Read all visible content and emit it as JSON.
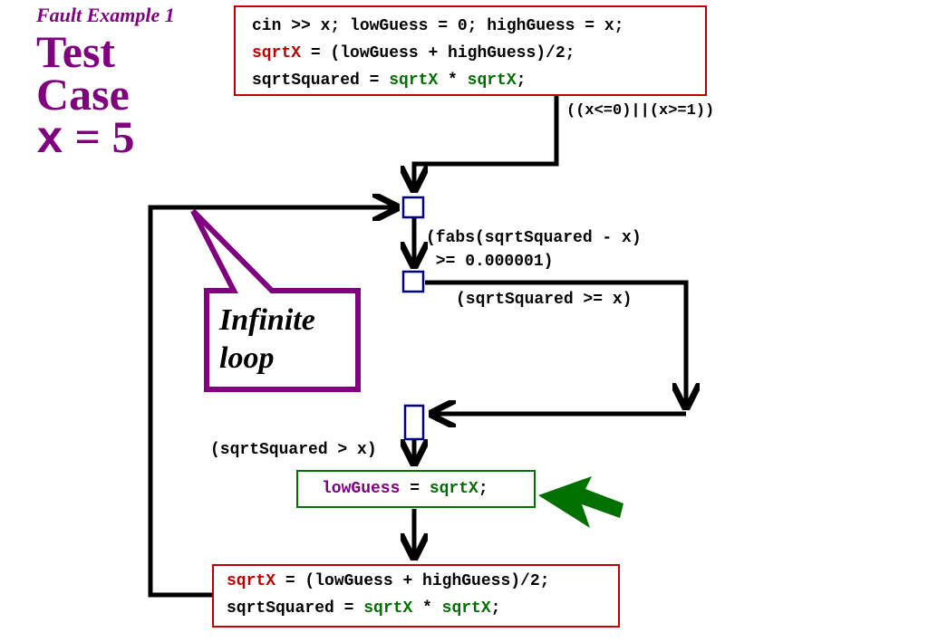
{
  "subtitle": "Fault Example 1",
  "title": {
    "line1": "Test",
    "line2": "Case",
    "var": "x",
    "eq": " = 5"
  },
  "init_block": {
    "line1": "cin >> x; lowGuess = 0; highGuess = x;",
    "line2_var": "sqrtX",
    "line2_rest": " = (lowGuess + highGuess)/2;",
    "line3_a": "sqrtSquared = ",
    "line3_b": "sqrtX",
    "line3_c": " * ",
    "line3_d": "sqrtX",
    "line3_e": ";"
  },
  "conditions": {
    "outer": "((x<=0)||(x>=1))",
    "loop": "(fabs(sqrtSquared - x)\n >= 0.000001)",
    "ge": "(sqrtSquared >= x)",
    "gt": "(sqrtSquared > x)"
  },
  "low_block": {
    "a": "lowGuess",
    "b": " = ",
    "c": "sqrtX",
    "d": ";"
  },
  "update_block": {
    "line1_var": "sqrtX",
    "line1_rest": " = (lowGuess + highGuess)/2;",
    "line2_a": "sqrtSquared = ",
    "line2_b": "sqrtX",
    "line2_c": " * ",
    "line2_d": "sqrtX",
    "line2_e": ";"
  },
  "callout": {
    "line1": "Infinite",
    "line2": "loop"
  },
  "colors": {
    "purple": "#800080",
    "red": "#c00000",
    "green": "#007000",
    "node": "#000080",
    "pointer": "#007000"
  }
}
